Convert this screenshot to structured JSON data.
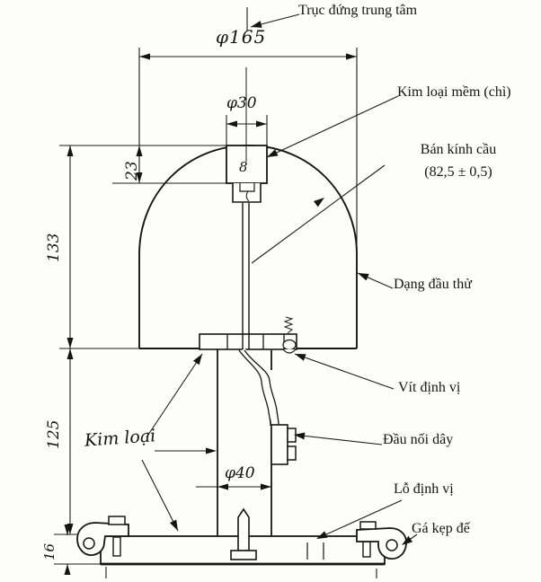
{
  "figure": {
    "callouts": {
      "central_axis": "Trục đứng trung tâm",
      "soft_metal": "Kim loại mềm (chì)",
      "sphere_radius_line1": "Bán kính cầu",
      "sphere_radius_line2": "(82,5 ± 0,5)",
      "test_head_shape": "Dạng đầu thử",
      "set_screw": "Vít định vị",
      "wire_connector": "Đầu nối dây",
      "positioning_hole": "Lỗ định vị",
      "base_clamp": "Gá kẹp đế",
      "metal": "Kim loại"
    },
    "dimensions": {
      "overall_diameter": "φ165",
      "cap_diameter": "φ30",
      "column_diameter": "φ40",
      "cap_height": "23",
      "head_height": "133",
      "column_height": "125",
      "base_height": "16",
      "cap_depth": "8"
    },
    "colors": {
      "ink": "#141414",
      "paper": "#fdfdfb"
    }
  }
}
